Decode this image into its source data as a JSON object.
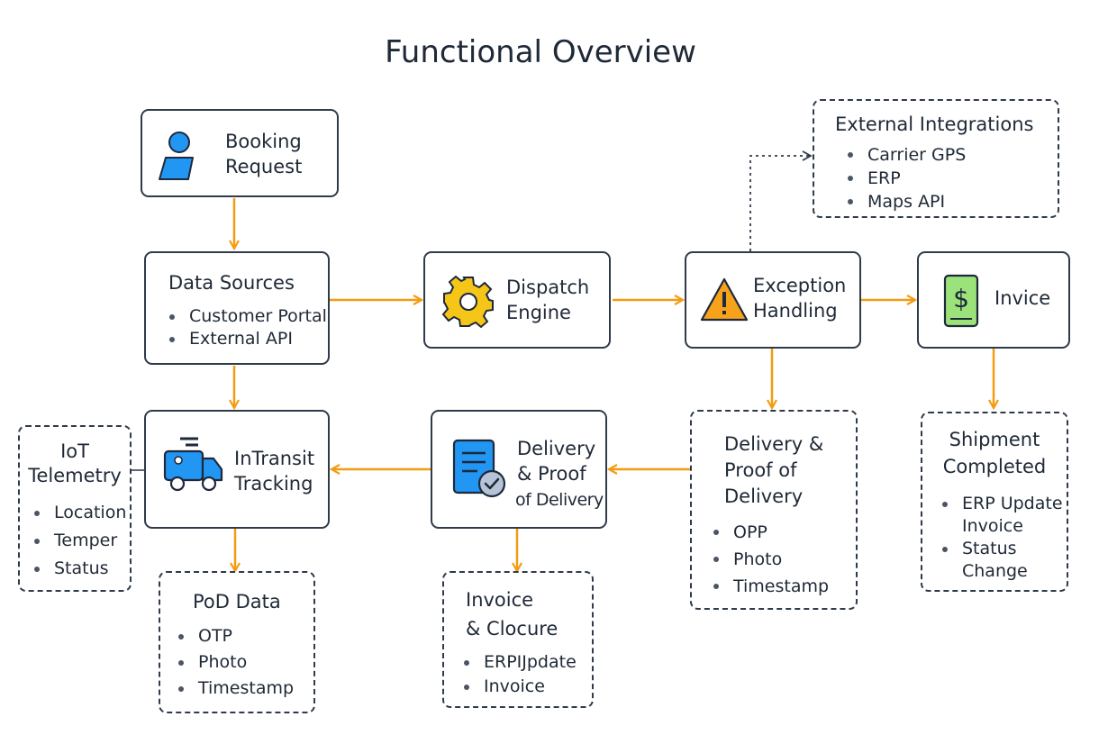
{
  "title": "Functional Overview",
  "colors": {
    "arrow": "#f39c12",
    "border": "#2f3b4a",
    "accent_blue": "#2196f3",
    "gear_yellow": "#f5c518",
    "warning_orange": "#f7a21b",
    "money_green": "#9be27a"
  },
  "nodes": {
    "booking": {
      "label": "Booking\nRequest",
      "icon": "user-laptop-icon"
    },
    "data_sources": {
      "heading": "Data Sources",
      "items": [
        "Customer Portal",
        "External API"
      ]
    },
    "dispatch": {
      "label": "Dispatch\nEngine",
      "icon": "gear-icon"
    },
    "exception": {
      "label": "Exception\nHandling",
      "icon": "warning-icon"
    },
    "invoice": {
      "label": "Invice",
      "icon": "dollar-document-icon"
    },
    "external_integrations": {
      "heading": "External Integrations",
      "items": [
        "Carrier GPS",
        "ERP",
        "Maps API"
      ]
    },
    "iot": {
      "heading": "IoT\nTelemetry",
      "items": [
        "Location",
        "Temper",
        "Status"
      ]
    },
    "in_transit": {
      "label": "InTransit\nTracking",
      "icon": "delivery-truck-icon"
    },
    "delivery_proof": {
      "label_line1": "Delivery",
      "label_line2": "& Proof",
      "label_line3": "of Delivery",
      "icon": "document-check-icon"
    },
    "delivery_proof_dashed": {
      "heading": "Delivery &\nProof of\nDelivery",
      "items": [
        "OPP",
        "Photo",
        "Timestamp"
      ]
    },
    "shipment_completed": {
      "heading": "Shipment\nCompleted",
      "items": [
        "ERP Update",
        "Invoice\nStatus\nChange"
      ]
    },
    "pod_data": {
      "heading": "PoD Data",
      "items": [
        "OTP",
        "Photo",
        "Timestamp"
      ]
    },
    "invoice_closure": {
      "heading": "Invoice\n& Clocure",
      "items": [
        "ERPIJpdate",
        "Invoice"
      ]
    }
  }
}
